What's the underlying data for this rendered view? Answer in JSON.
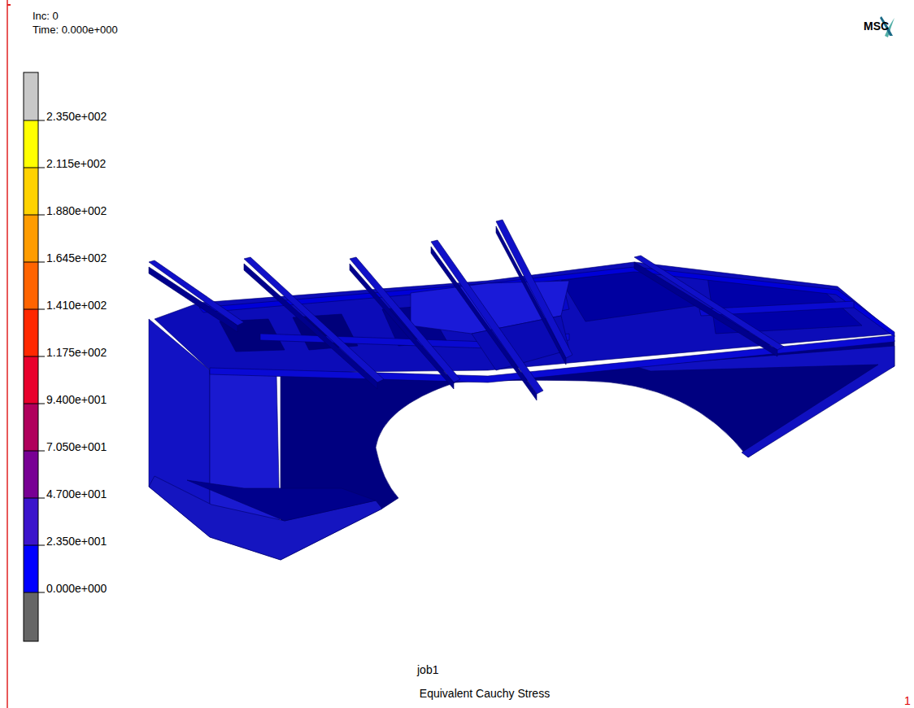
{
  "diagram": {
    "caption": "Equivalent Cauchy Stress",
    "labels": [
      "Inc: 0",
      "Time: 0.000e+000",
      "MSC",
      "2.350e+002",
      "2.115e+002",
      "1.880e+002",
      "1.645e+002",
      "1.410e+002",
      "1.175e+002",
      "9.400e+001",
      "7.050e+001",
      "4.700e+001",
      "2.350e+001",
      "0.000e+000",
      "job1",
      "1"
    ]
  }
}
